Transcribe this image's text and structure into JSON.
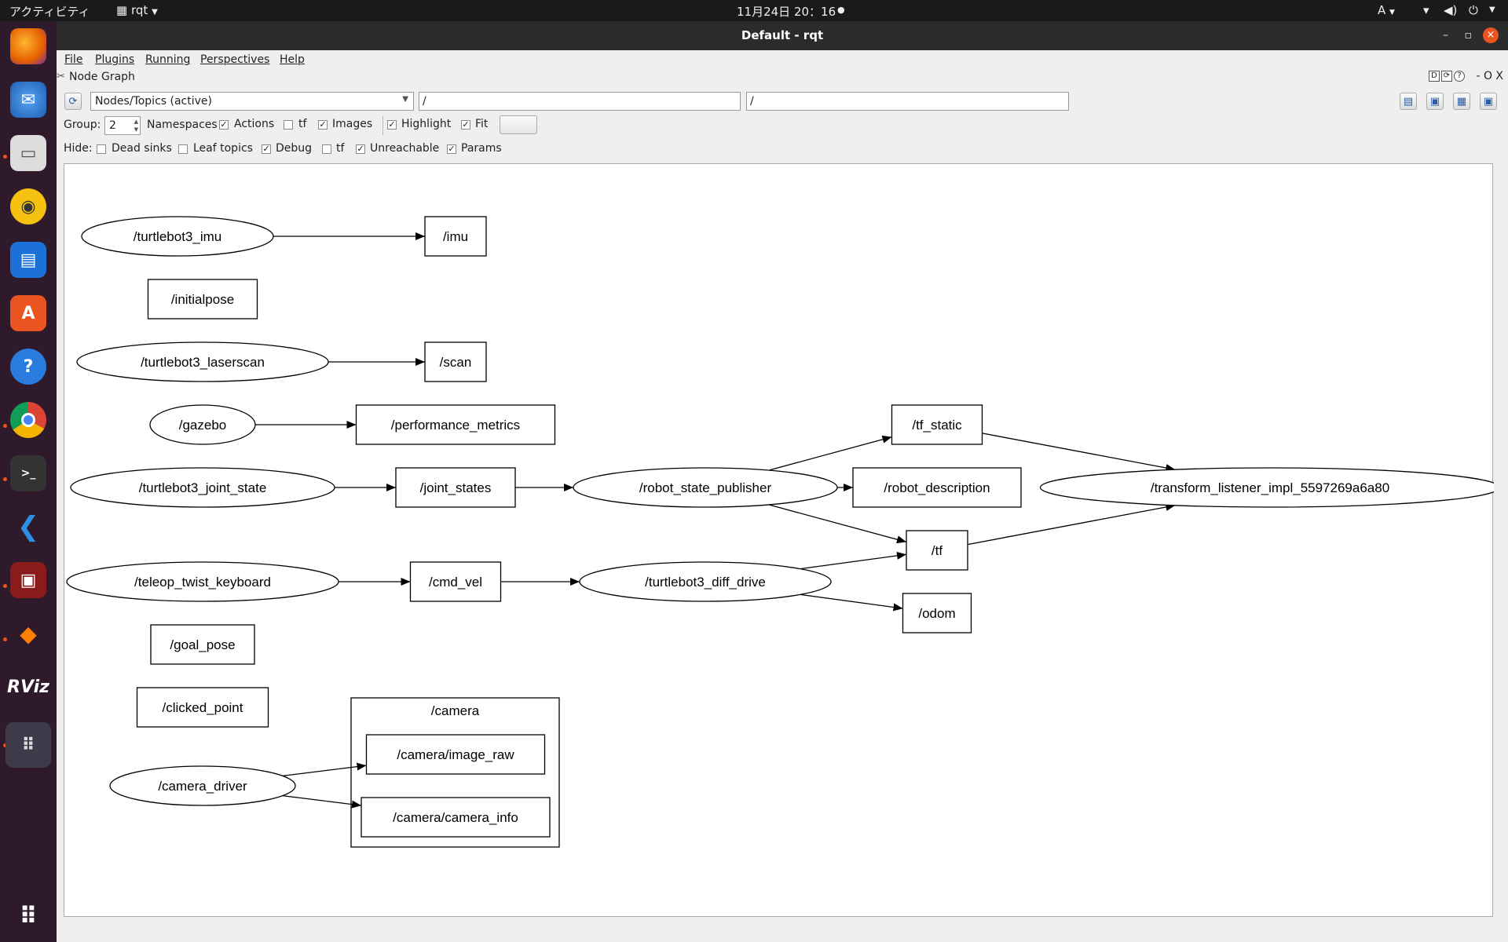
{
  "topbar": {
    "activities": "アクティビティ",
    "app_name": "rqt",
    "clock": "11月24日  20：16",
    "input_method": "A"
  },
  "window": {
    "title": "Default - rqt",
    "menu": {
      "file": "File",
      "plugins": "Plugins",
      "running": "Running",
      "perspectives": "Perspectives",
      "help": "Help"
    },
    "plugin_title": "Node Graph",
    "dock_controls": "- O X"
  },
  "toolbar": {
    "mode_combo": "Nodes/Topics (active)",
    "node_filter": "/",
    "topic_filter": "/"
  },
  "group_row": {
    "group_label": "Group:",
    "group_value": "2",
    "namespaces": {
      "label": "Namespaces",
      "checked": true
    },
    "actions": {
      "label": "Actions",
      "checked": false
    },
    "tf": {
      "label": "tf",
      "checked": true
    },
    "images": {
      "label": "Images",
      "checked": false
    },
    "highlight": {
      "label": "Highlight",
      "checked": true
    },
    "fit": {
      "label": "Fit",
      "checked": true
    }
  },
  "hide_row": {
    "hide_label": "Hide:",
    "dead_sinks": {
      "label": "Dead sinks",
      "checked": false
    },
    "leaf_topics": {
      "label": "Leaf topics",
      "checked": false
    },
    "debug": {
      "label": "Debug",
      "checked": true
    },
    "tf": {
      "label": "tf",
      "checked": false
    },
    "unreachable": {
      "label": "Unreachable",
      "checked": true
    },
    "params": {
      "label": "Params",
      "checked": true
    }
  },
  "graph": {
    "nodes": [
      {
        "id": "turtlebot3_imu",
        "label": "/turtlebot3_imu",
        "shape": "ellipse"
      },
      {
        "id": "imu",
        "label": "/imu",
        "shape": "box"
      },
      {
        "id": "initialpose",
        "label": "/initialpose",
        "shape": "box"
      },
      {
        "id": "turtlebot3_laserscan",
        "label": "/turtlebot3_laserscan",
        "shape": "ellipse"
      },
      {
        "id": "scan",
        "label": "/scan",
        "shape": "box"
      },
      {
        "id": "gazebo",
        "label": "/gazebo",
        "shape": "ellipse"
      },
      {
        "id": "performance_metrics",
        "label": "/performance_metrics",
        "shape": "box"
      },
      {
        "id": "tf_static",
        "label": "/tf_static",
        "shape": "box"
      },
      {
        "id": "turtlebot3_joint_state",
        "label": "/turtlebot3_joint_state",
        "shape": "ellipse"
      },
      {
        "id": "joint_states",
        "label": "/joint_states",
        "shape": "box"
      },
      {
        "id": "robot_state_publisher",
        "label": "/robot_state_publisher",
        "shape": "ellipse"
      },
      {
        "id": "robot_description",
        "label": "/robot_description",
        "shape": "box"
      },
      {
        "id": "transform_listener",
        "label": "/transform_listener_impl_5597269a6a80",
        "shape": "ellipse"
      },
      {
        "id": "tf",
        "label": "/tf",
        "shape": "box"
      },
      {
        "id": "teleop_twist_keyboard",
        "label": "/teleop_twist_keyboard",
        "shape": "ellipse"
      },
      {
        "id": "cmd_vel",
        "label": "/cmd_vel",
        "shape": "box"
      },
      {
        "id": "turtlebot3_diff_drive",
        "label": "/turtlebot3_diff_drive",
        "shape": "ellipse"
      },
      {
        "id": "odom",
        "label": "/odom",
        "shape": "box"
      },
      {
        "id": "goal_pose",
        "label": "/goal_pose",
        "shape": "box"
      },
      {
        "id": "clicked_point",
        "label": "/clicked_point",
        "shape": "box"
      },
      {
        "id": "camera_driver",
        "label": "/camera_driver",
        "shape": "ellipse"
      },
      {
        "id": "camera_image_raw",
        "label": "/camera/image_raw",
        "shape": "box"
      },
      {
        "id": "camera_camera_info",
        "label": "/camera/camera_info",
        "shape": "box"
      }
    ],
    "clusters": [
      {
        "id": "camera",
        "label": "/camera"
      }
    ],
    "edges": [
      {
        "from": "turtlebot3_imu",
        "to": "imu"
      },
      {
        "from": "turtlebot3_laserscan",
        "to": "scan"
      },
      {
        "from": "gazebo",
        "to": "performance_metrics"
      },
      {
        "from": "turtlebot3_joint_state",
        "to": "joint_states"
      },
      {
        "from": "joint_states",
        "to": "robot_state_publisher"
      },
      {
        "from": "robot_state_publisher",
        "to": "tf_static"
      },
      {
        "from": "robot_state_publisher",
        "to": "robot_description"
      },
      {
        "from": "robot_state_publisher",
        "to": "tf"
      },
      {
        "from": "tf_static",
        "to": "transform_listener"
      },
      {
        "from": "tf",
        "to": "transform_listener"
      },
      {
        "from": "teleop_twist_keyboard",
        "to": "cmd_vel"
      },
      {
        "from": "cmd_vel",
        "to": "turtlebot3_diff_drive"
      },
      {
        "from": "turtlebot3_diff_drive",
        "to": "tf"
      },
      {
        "from": "turtlebot3_diff_drive",
        "to": "odom"
      },
      {
        "from": "camera_driver",
        "to": "camera_image_raw"
      },
      {
        "from": "camera_driver",
        "to": "camera_camera_info"
      }
    ]
  }
}
